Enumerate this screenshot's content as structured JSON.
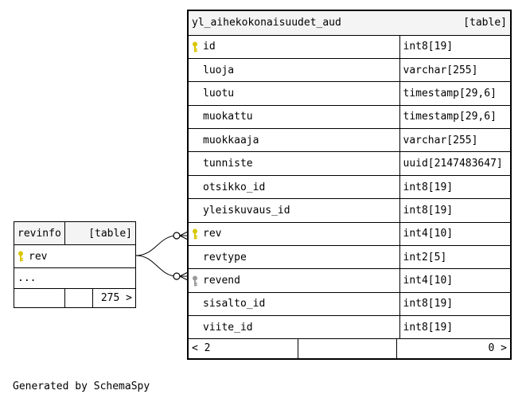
{
  "main_table": {
    "name": "yl_aihekokonaisuudet_aud",
    "tag": "[table]",
    "columns": [
      {
        "name": "id",
        "type": "int8[19]",
        "key": "pk"
      },
      {
        "name": "luoja",
        "type": "varchar[255]",
        "key": "none"
      },
      {
        "name": "luotu",
        "type": "timestamp[29,6]",
        "key": "none"
      },
      {
        "name": "muokattu",
        "type": "timestamp[29,6]",
        "key": "none"
      },
      {
        "name": "muokkaaja",
        "type": "varchar[255]",
        "key": "none"
      },
      {
        "name": "tunniste",
        "type": "uuid[2147483647]",
        "key": "none"
      },
      {
        "name": "otsikko_id",
        "type": "int8[19]",
        "key": "none"
      },
      {
        "name": "yleiskuvaus_id",
        "type": "int8[19]",
        "key": "none"
      },
      {
        "name": "rev",
        "type": "int4[10]",
        "key": "pk"
      },
      {
        "name": "revtype",
        "type": "int2[5]",
        "key": "none"
      },
      {
        "name": "revend",
        "type": "int4[10]",
        "key": "fk"
      },
      {
        "name": "sisalto_id",
        "type": "int8[19]",
        "key": "none"
      },
      {
        "name": "viite_id",
        "type": "int8[19]",
        "key": "none"
      }
    ],
    "footer_left": "< 2",
    "footer_right": "0 >"
  },
  "ref_table": {
    "name": "revinfo",
    "tag": "[table]",
    "column": "rev",
    "ellipsis": "...",
    "footer_right": "275 >"
  },
  "colors": {
    "pk_key": "#d8c600",
    "fk_key": "#9a9a9a",
    "header_bg": "#f4f4f4"
  },
  "footer": "Generated by SchemaSpy"
}
